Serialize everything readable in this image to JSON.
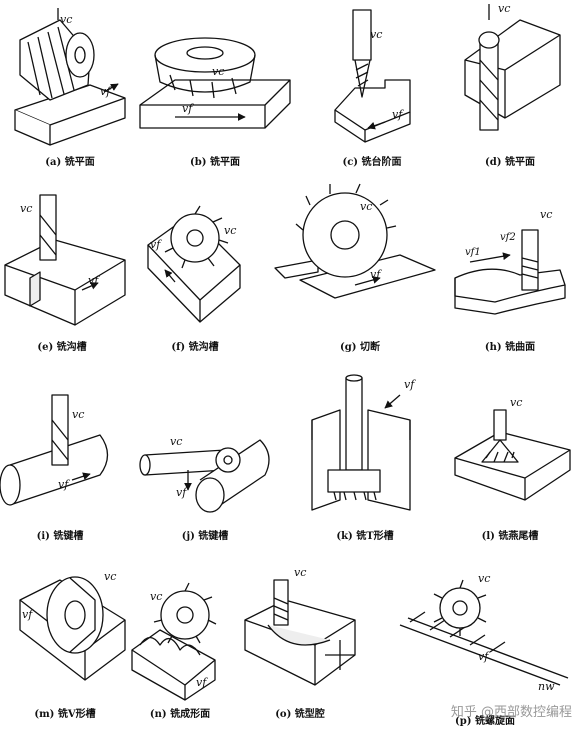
{
  "captions": [
    "(a) 铣平面",
    "(b) 铣平面",
    "(c) 铣台阶面",
    "(d) 铣平面",
    "(e) 铣沟槽",
    "(f) 铣沟槽",
    "(g) 切断",
    "(h) 铣曲面",
    "(i) 铣键槽",
    "(j) 铣键槽",
    "(k) 铣T形槽",
    "(l) 铣燕尾槽",
    "(m) 铣V形槽",
    "(n) 铣成形面",
    "(o) 铣型腔",
    "(p) 铣螺旋面"
  ],
  "symbols": {
    "vc": "vc",
    "vf": "vf",
    "vf1": "vf1",
    "vf2": "vf2",
    "nw": "nw"
  },
  "watermark": "知乎 @西部数控编程"
}
